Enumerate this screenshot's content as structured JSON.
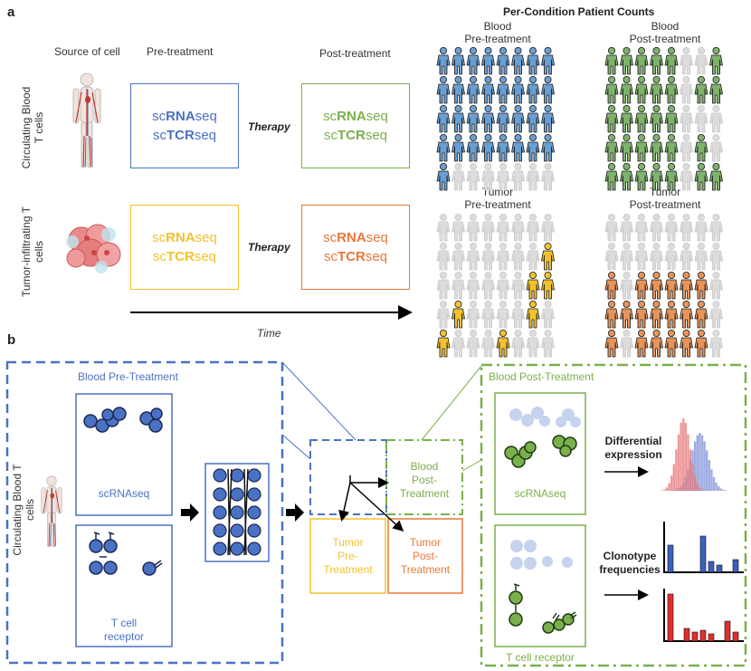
{
  "panel_a": {
    "letter": "a",
    "source_of_cell": "Source of cell",
    "pre_treatment": "Pre-treatment",
    "post_treatment": "Post-treatment",
    "row1_label": "Circulating Blood T cells",
    "row2_label": "Tumor-infiltrating T cells",
    "box_line1_pre": "sc",
    "box_line1_bold": "RNA",
    "box_line1_post": "seq",
    "box_line2_pre": "sc",
    "box_line2_bold": "TCR",
    "box_line2_post": "seq",
    "therapy": "Therapy",
    "time": "Time",
    "counts_title": "Per-Condition Patient Counts",
    "groups": [
      {
        "title1": "Blood",
        "title2": "Pre-treatment",
        "color": "#6a9fd4",
        "colored": 33
      },
      {
        "title1": "Blood",
        "title2": "Post-treatment",
        "color": "#7fb36b",
        "colored": 31
      },
      {
        "title1": "Tumor",
        "title2": "Pre-treatment",
        "color": "#f2c22e",
        "colored": 7
      },
      {
        "title1": "Tumor",
        "title2": "Post-treatment",
        "color": "#e8935a",
        "colored": 19
      }
    ],
    "colors": {
      "blue": "#4a72c4",
      "green": "#7ab04c",
      "yellow": "#f2c22e",
      "orange": "#e8783a",
      "grey": "#dcdcdc"
    }
  },
  "panel_b": {
    "letter": "b",
    "blood_pre_treatment": "Blood Pre-Treatment",
    "blood_post_treatment": "Blood Post-Treatment",
    "row_label": "Circulating Blood T cells",
    "scrnaseq": "scRNAseq",
    "tcell_receptor_1": "T cell",
    "tcell_receptor_2": "receptor",
    "tcell_receptor_full": "T cell receptor",
    "blood_post_1": "Blood",
    "blood_post_2": "Post-",
    "blood_post_3": "Treatment",
    "tumor_pre_1": "Tumor",
    "tumor_pre_2": "Pre-",
    "tumor_pre_3": "Treatment",
    "tumor_post_1": "Tumor",
    "tumor_post_2": "Post-",
    "tumor_post_3": "Treatment",
    "diff_expr_1": "Differential",
    "diff_expr_2": "expression",
    "clonotype_1": "Clonotype",
    "clonotype_2": "frequencies"
  }
}
